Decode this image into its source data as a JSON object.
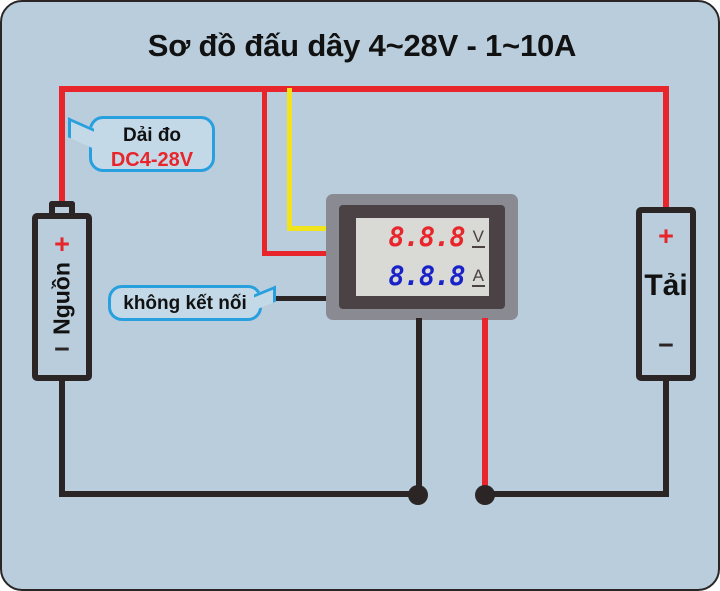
{
  "diagram": {
    "title": "Sơ đồ đấu dây 4~28V - 1~10A",
    "background_color": "#b9cddc",
    "border_color": "#2b2526"
  },
  "colors": {
    "wire_red": "#e8252a",
    "wire_black": "#2b2526",
    "wire_yellow": "#f2e41c",
    "callout_border": "#29a0de",
    "callout_fill": "#c3d9e8",
    "display_red": "#e8252a",
    "display_blue": "#1822c8",
    "meter_bezel": "#8a8a92",
    "meter_frame": "#4a4244",
    "meter_face": "#d9d9d6"
  },
  "callouts": [
    {
      "id": "measuring-range",
      "line1": "Dải đo",
      "line2": "DC4-28V",
      "tail_direction": "left"
    },
    {
      "id": "not-connected",
      "line1": "không kết nối",
      "tail_direction": "right"
    }
  ],
  "source": {
    "label": "Nguồn",
    "plus": "+",
    "minus": "−"
  },
  "load": {
    "label": "Tải",
    "plus": "+",
    "minus": "−"
  },
  "meter": {
    "voltage_value": "8.8.8",
    "voltage_unit": "V",
    "current_value": "8.8.8",
    "current_unit": "A"
  },
  "wires": [
    {
      "id": "top-red-bus",
      "color": "#e8252a",
      "role": "positive-supply"
    },
    {
      "id": "red-drop-to-meter",
      "color": "#e8252a",
      "role": "meter-vin"
    },
    {
      "id": "yellow-drop-to-meter",
      "color": "#f2e41c",
      "role": "meter-sense"
    },
    {
      "id": "black-not-connected",
      "color": "#2b2526",
      "role": "unused"
    },
    {
      "id": "red-to-load-plus",
      "color": "#e8252a",
      "role": "load-positive"
    },
    {
      "id": "black-meter-left-leg",
      "color": "#2b2526",
      "role": "shunt-in"
    },
    {
      "id": "red-meter-right-leg",
      "color": "#e8252a",
      "role": "shunt-out"
    },
    {
      "id": "black-source-return",
      "color": "#2b2526",
      "role": "source-negative"
    },
    {
      "id": "black-load-return",
      "color": "#2b2526",
      "role": "load-negative"
    }
  ]
}
